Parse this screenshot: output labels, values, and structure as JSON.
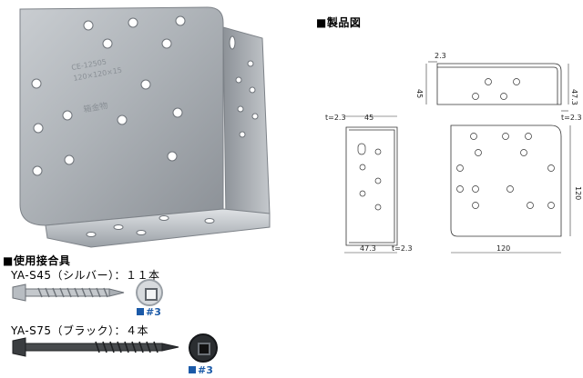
{
  "product_drawing_title": "■製品図",
  "screws_title": "■使用接合具",
  "screws": [
    {
      "label": "YA-S45（シルバー）：１１本",
      "drive": "#3"
    },
    {
      "label": "YA-S75（ブラック）：４本",
      "drive": "#3"
    }
  ],
  "dims": {
    "top_t": "2.3",
    "top_h": "45",
    "top_r": "47.3",
    "top_tb": "t=2.3",
    "side_t": "t=2.3",
    "side_w": "45",
    "side_b": "47.3",
    "side_tb": "t=2.3",
    "front_w": "120",
    "front_h": "120"
  }
}
